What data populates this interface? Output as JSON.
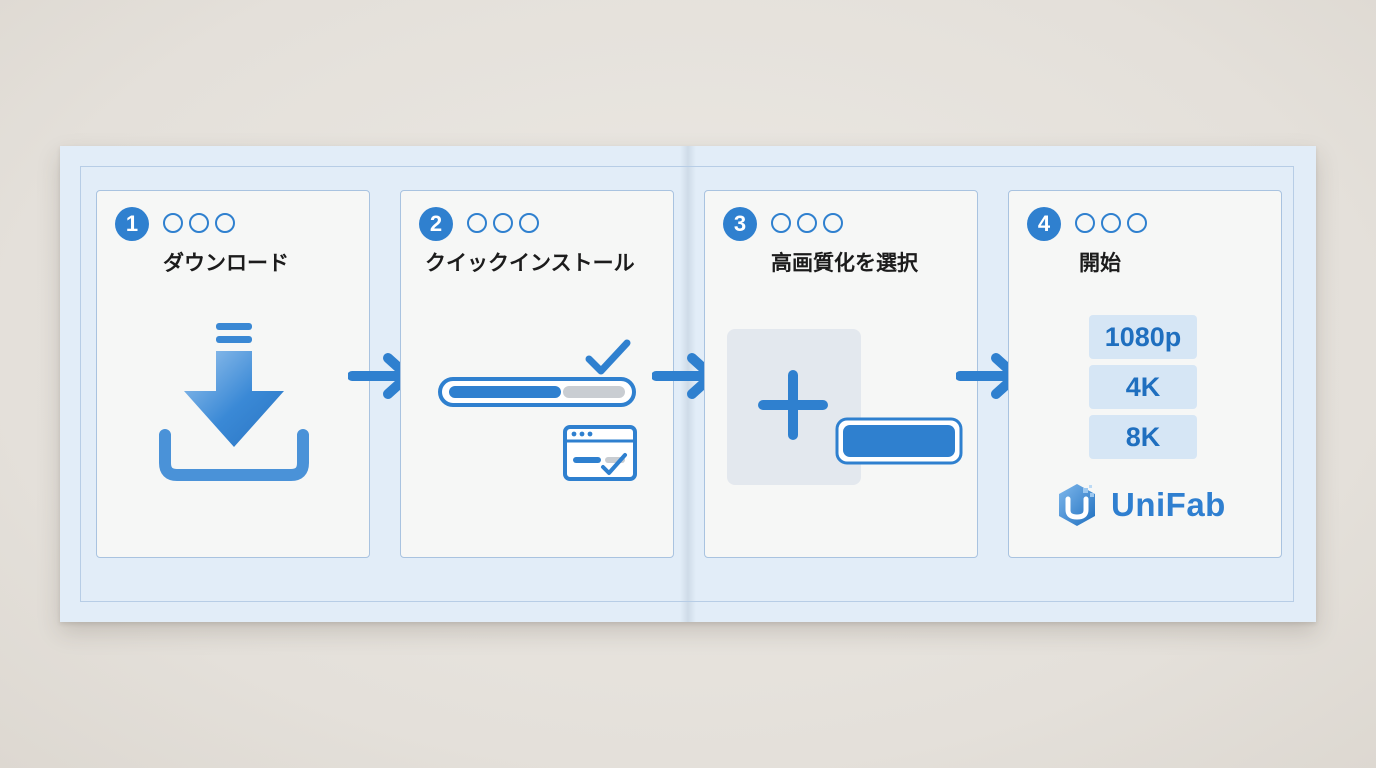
{
  "steps": [
    {
      "number": "1",
      "title": "ダウンロード",
      "icon": "download-icon"
    },
    {
      "number": "2",
      "title": "クイックインストール",
      "icon": "install-progress-icon"
    },
    {
      "number": "3",
      "title": "高画質化を選択",
      "icon": "add-selection-icon"
    },
    {
      "number": "4",
      "title": "開始",
      "icon": "start-icon"
    }
  ],
  "resolutions": [
    "1080p",
    "4K",
    "8K"
  ],
  "brand": {
    "name": "UniFab",
    "icon": "unifab-logo-icon"
  },
  "colors": {
    "accent": "#2f80cf",
    "accent_light": "#d6e6f5",
    "booklet": "#e2edf8",
    "card": "#f6f7f6",
    "border": "#a9c3e0"
  }
}
